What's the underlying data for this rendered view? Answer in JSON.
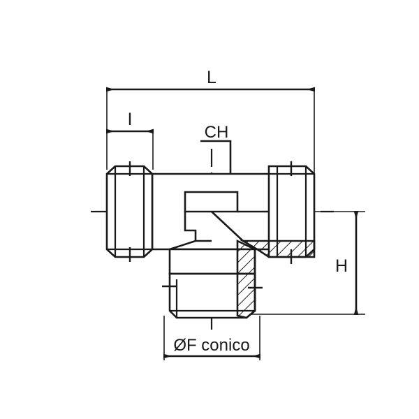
{
  "drawing": {
    "title": "Tee fitting technical drawing",
    "background_color": "#ffffff",
    "line_color": "#1a1a1a",
    "dimensions": {
      "overall_length": {
        "label": "L",
        "orientation": "horizontal",
        "position": "top"
      },
      "thread_length": {
        "label": "I",
        "orientation": "horizontal",
        "position": "top-left"
      },
      "hex_across_flats": {
        "label": "CH",
        "orientation": "leader",
        "position": "top-center"
      },
      "height": {
        "label": "H",
        "orientation": "vertical",
        "position": "right"
      },
      "branch_thread": {
        "label": "ØF conico",
        "orientation": "horizontal",
        "position": "bottom"
      }
    }
  }
}
